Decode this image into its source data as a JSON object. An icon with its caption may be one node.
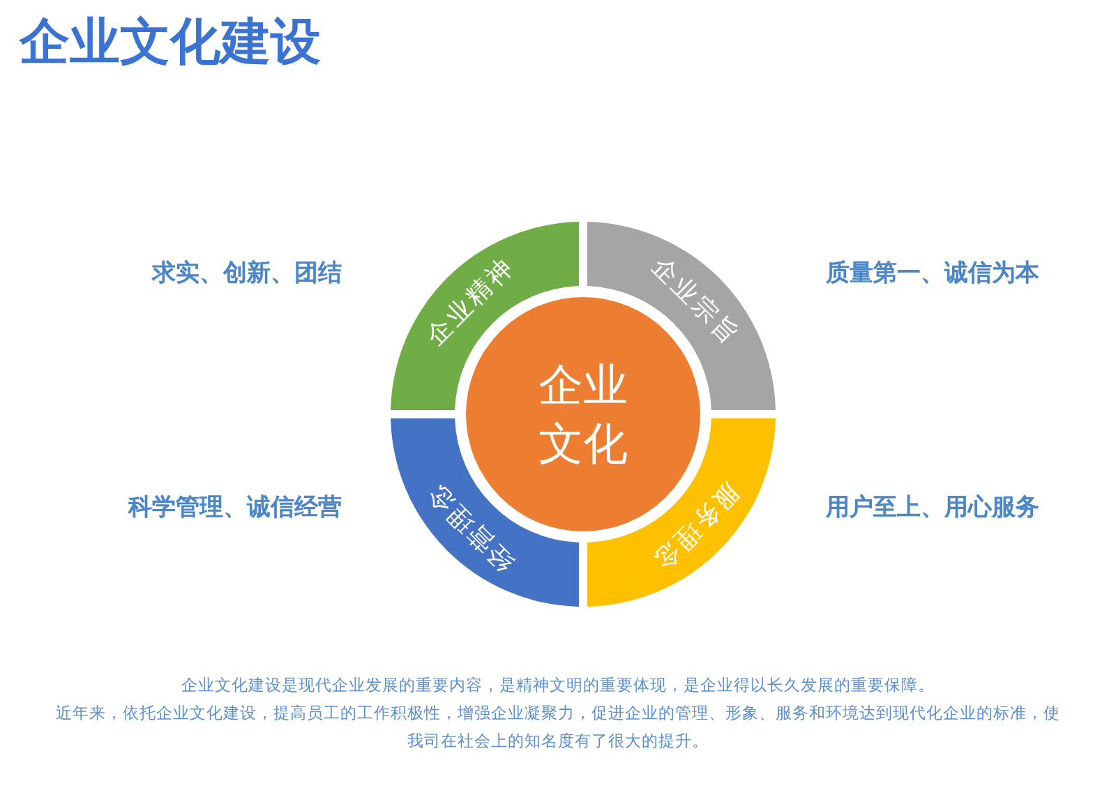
{
  "diagram": {
    "title": "企业文化建设",
    "nodes": [
      {
        "text": [
          "企业文化"
        ]
      },
      {
        "text": [
          "企业精神"
        ],
        "beside": [
          "求实、创新、团结"
        ]
      },
      {
        "text": [
          "企业宗旨"
        ],
        "beside": [
          "质量第一、诚信为本"
        ]
      },
      {
        "text": [
          "服务理念"
        ],
        "beside": [
          "用户至上、用心服务"
        ]
      },
      {
        "text": [
          "经营理念"
        ],
        "beside": [
          "科学管理、诚信经营"
        ]
      }
    ],
    "labels": [
      "企业文化建设是现代企业发展的重要内容，是精神文明的重要体现，是企业得以长久发展的重要保障。",
      "近年来，依托企业文化建设，提高员工的工作积极性，增强企业凝聚力，促进企业的管理、形象、服务和环境达到现代化企业的标准，使我司在社会上的知名度有了很大的提升。"
    ]
  }
}
